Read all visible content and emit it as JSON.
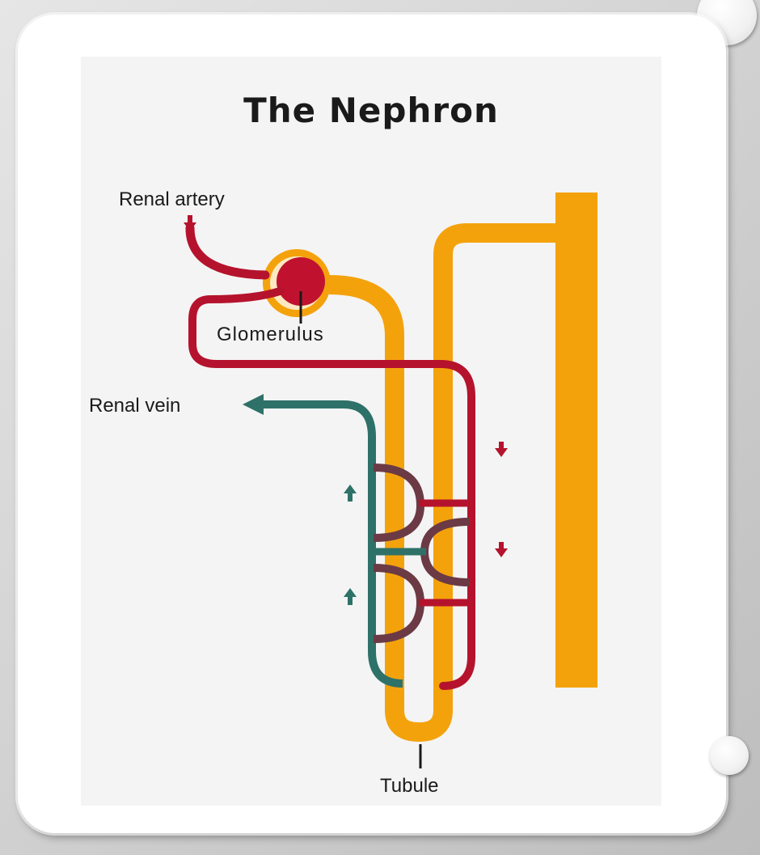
{
  "diagram": {
    "title": "The Nephron",
    "labels": {
      "renal_artery": "Renal artery",
      "glomerulus": "Glomerulus",
      "renal_vein": "Renal vein",
      "tubule": "Tubule"
    },
    "colors": {
      "tubule": "#f4a20c",
      "artery": "#b5132d",
      "vein": "#2e7168",
      "background": "#f4f4f4"
    }
  }
}
